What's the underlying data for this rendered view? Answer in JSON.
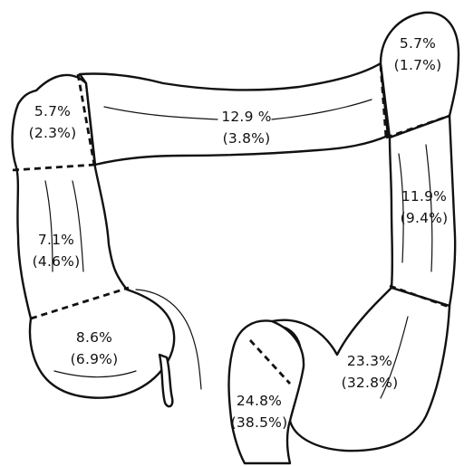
{
  "segments": [
    {
      "id": "hepatic-flexure",
      "label": "5.7%",
      "sublabel": "(2.3%)"
    },
    {
      "id": "transverse-colon",
      "label": "12.9 %",
      "sublabel": "(3.8%)"
    },
    {
      "id": "splenic-flexure",
      "label": "5.7%",
      "sublabel": "(1.7%)"
    },
    {
      "id": "ascending-colon",
      "label": "7.1%",
      "sublabel": "(4.6%)"
    },
    {
      "id": "descending-colon",
      "label": "11.9%",
      "sublabel": "(9.4%)"
    },
    {
      "id": "cecum",
      "label": "8.6%",
      "sublabel": "(6.9%)"
    },
    {
      "id": "sigmoid-colon",
      "label": "23.3%",
      "sublabel": "(32.8%)"
    },
    {
      "id": "rectum",
      "label": "24.8%",
      "sublabel": "(38.5%)"
    }
  ],
  "colors": {
    "ink": "#111111",
    "background": "#ffffff"
  }
}
